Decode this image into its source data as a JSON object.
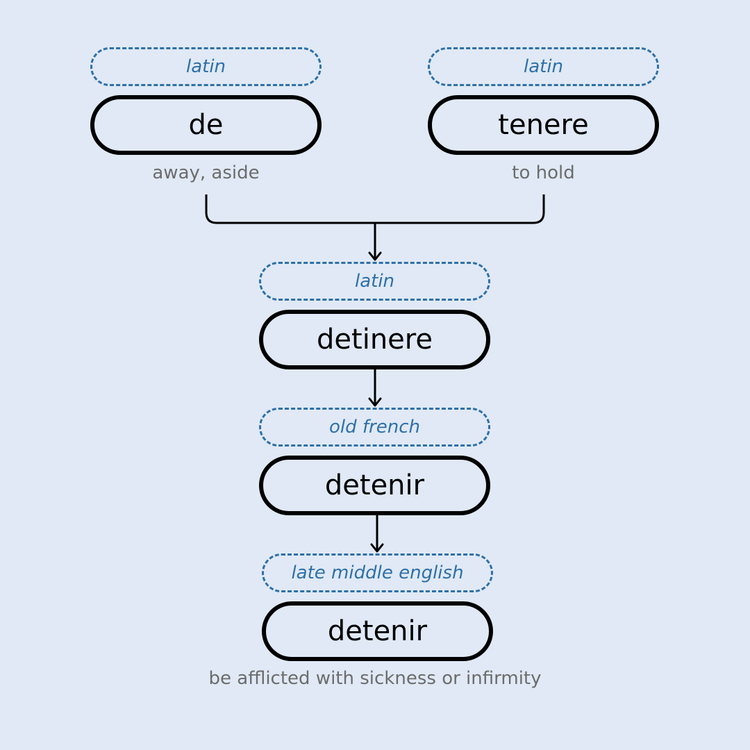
{
  "colors": {
    "background": "#e0e9f5",
    "language_accent": "#2e70a8",
    "word_border": "#000000",
    "meaning_text": "#6c6c6c"
  },
  "roots": [
    {
      "language": "latin",
      "word": "de",
      "meaning": "away, aside"
    },
    {
      "language": "latin",
      "word": "tenere",
      "meaning": "to hold"
    }
  ],
  "chain": [
    {
      "language": "latin",
      "word": "detinere"
    },
    {
      "language": "old french",
      "word": "detenir"
    },
    {
      "language": "late middle english",
      "word": "detenir",
      "meaning": "be afflicted with sickness or infirmity"
    }
  ]
}
